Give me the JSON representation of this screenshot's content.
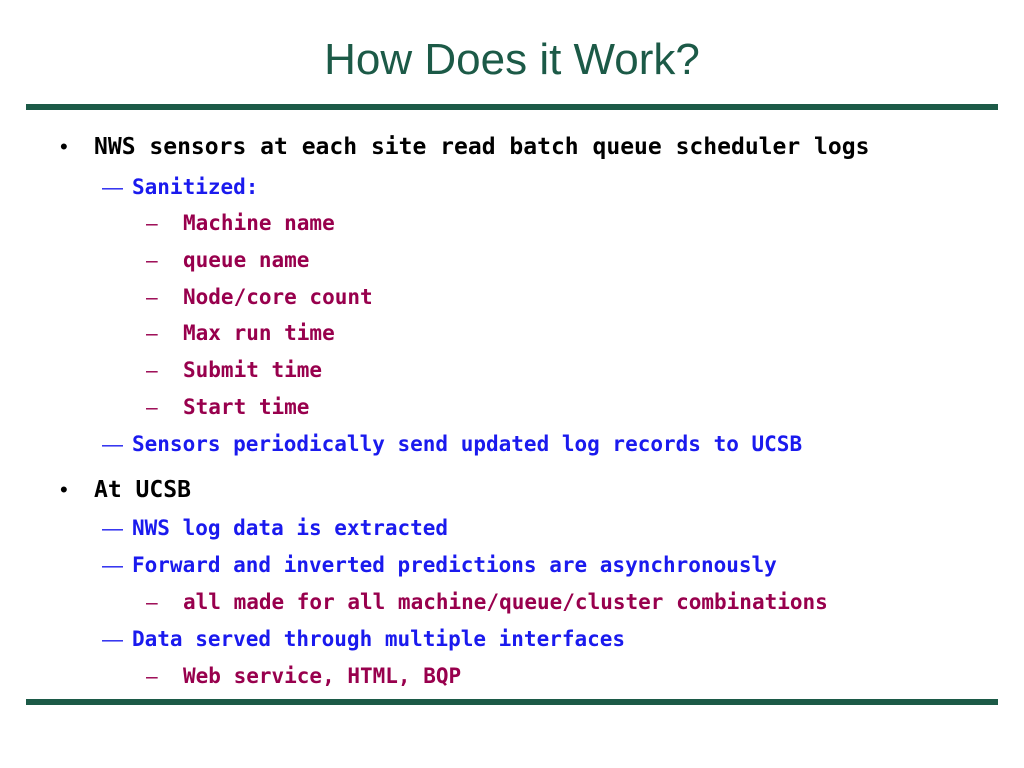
{
  "slide": {
    "title": "How Does it Work?",
    "bullet_glyph": "•",
    "dash2_glyph": "—",
    "dash3_glyph": "–",
    "items": [
      {
        "text": "NWS sensors at each site read batch queue scheduler logs"
      },
      {
        "text": "Sanitized:"
      },
      {
        "text": "Machine name"
      },
      {
        "text": "queue name"
      },
      {
        "text": "Node/core count"
      },
      {
        "text": "Max run time"
      },
      {
        "text": "Submit time"
      },
      {
        "text": "Start time"
      },
      {
        "text": "Sensors periodically send updated log records to UCSB"
      },
      {
        "text": "At UCSB"
      },
      {
        "text": "NWS log data is extracted"
      },
      {
        "text": "Forward and inverted predictions are asynchronously"
      },
      {
        "text": "all made for all machine/queue/cluster combinations"
      },
      {
        "text": "Data served through multiple interfaces"
      },
      {
        "text": "Web service, HTML, BQP"
      }
    ]
  },
  "colors": {
    "title": "#1c5a47",
    "rule": "#1c5a47",
    "level1": "#000000",
    "level2": "#1a1aee",
    "level3": "#98004d"
  }
}
